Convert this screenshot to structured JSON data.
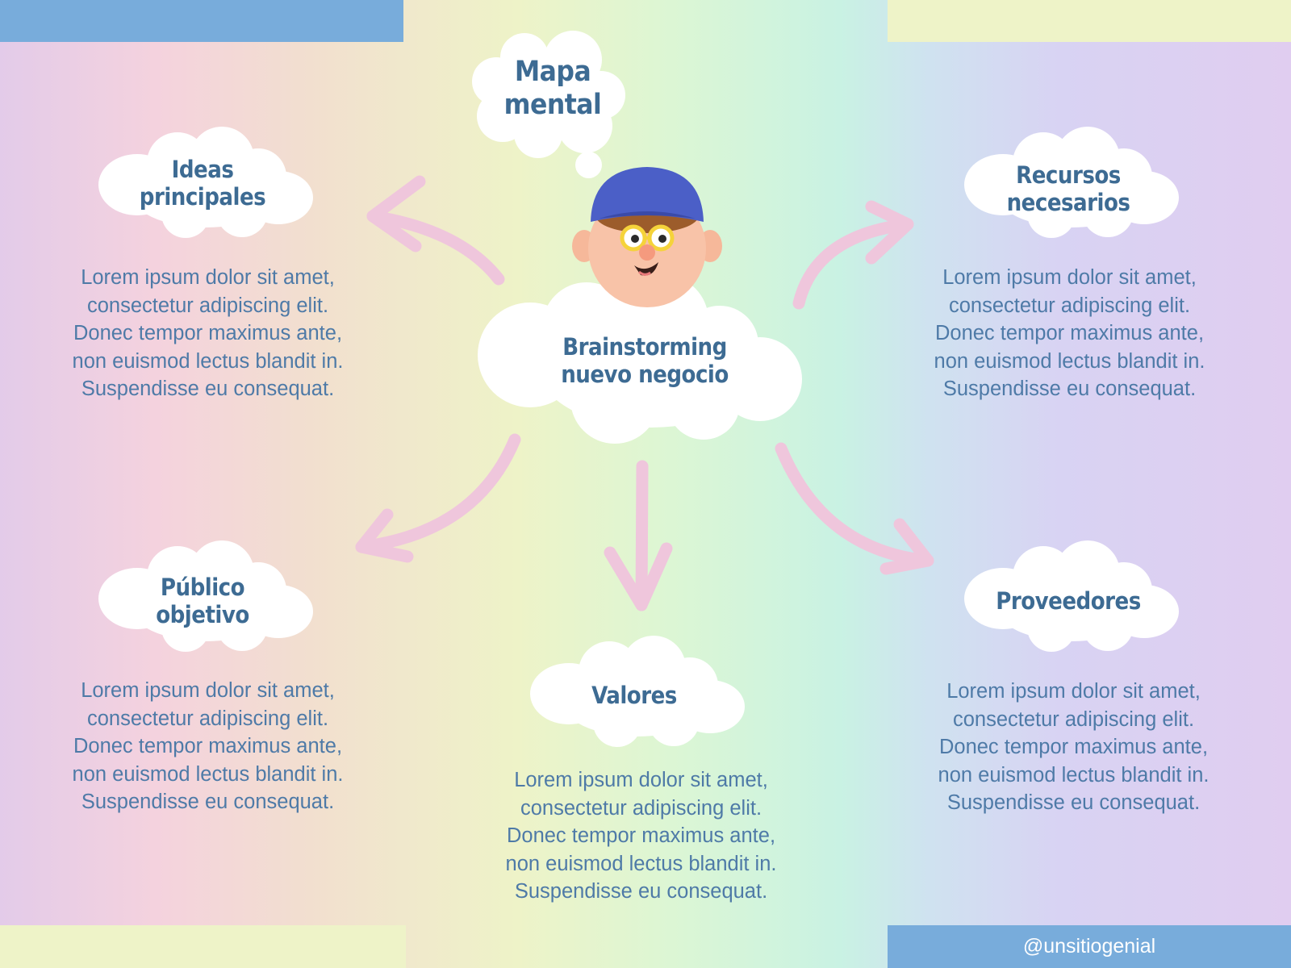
{
  "colors": {
    "bar_blue": "#78acdb",
    "bar_cream": "#eef3c8",
    "text_blue": "#4e7aa7",
    "title_blue": "#3d6b93",
    "arrow_pink": "#efc6dc",
    "cloud_white": "#ffffff"
  },
  "header_cloud": {
    "title": "Mapa\nmental"
  },
  "center": {
    "title": "Brainstorming\nnuevo negocio",
    "avatar": "cartoon-boy-cap-glasses-avatar"
  },
  "nodes": [
    {
      "id": "ideas",
      "title": "Ideas\nprincipales",
      "text": "Lorem ipsum dolor sit amet,\nconsectetur adipiscing elit.\nDonec tempor maximus ante,\nnon euismod lectus blandit in.\nSuspendisse eu consequat."
    },
    {
      "id": "recursos",
      "title": "Recursos\nnecesarios",
      "text": "Lorem ipsum dolor sit amet,\nconsectetur adipiscing elit.\nDonec tempor maximus ante,\nnon euismod lectus blandit in.\nSuspendisse eu consequat."
    },
    {
      "id": "publico",
      "title": "Público\nobjetivo",
      "text": "Lorem ipsum dolor sit amet,\nconsectetur adipiscing elit.\nDonec tempor maximus ante,\nnon euismod lectus blandit in.\nSuspendisse eu consequat."
    },
    {
      "id": "valores",
      "title": "Valores",
      "text": "Lorem ipsum dolor sit amet,\nconsectetur adipiscing elit.\nDonec tempor maximus ante,\nnon euismod lectus blandit in.\nSuspendisse eu consequat."
    },
    {
      "id": "proveedores",
      "title": "Proveedores",
      "text": "Lorem ipsum dolor sit amet,\nconsectetur adipiscing elit.\nDonec tempor maximus ante,\nnon euismod lectus blandit in.\nSuspendisse eu consequat."
    }
  ],
  "footer": {
    "handle": "@unsitiogenial"
  }
}
